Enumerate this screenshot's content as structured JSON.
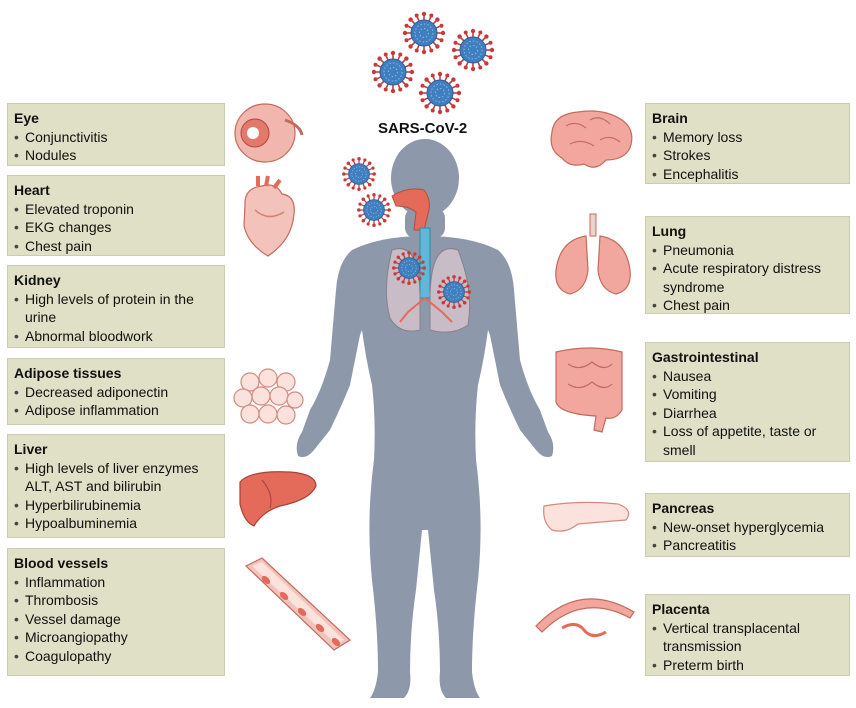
{
  "header": {
    "title": "SARS-CoV-2"
  },
  "left_boxes": [
    {
      "title": "Eye",
      "items": [
        "Conjunctivitis",
        "Nodules"
      ]
    },
    {
      "title": "Heart",
      "items": [
        "Elevated troponin",
        "EKG changes",
        "Chest pain"
      ]
    },
    {
      "title": "Kidney",
      "items": [
        "High levels of protein in the urine",
        "Abnormal bloodwork"
      ]
    },
    {
      "title": "Adipose tissues",
      "items": [
        "Decreased adiponectin",
        "Adipose inflammation"
      ]
    },
    {
      "title": "Liver",
      "items": [
        "High levels of liver enzymes ALT, AST and bilirubin",
        "Hyperbilirubinemia",
        "Hypoalbuminemia"
      ]
    },
    {
      "title": "Blood vessels",
      "items": [
        "Inflammation",
        "Thrombosis",
        "Vessel damage",
        "Microangiopathy",
        "Coagulopathy"
      ]
    }
  ],
  "right_boxes": [
    {
      "title": "Brain",
      "items": [
        "Memory loss",
        "Strokes",
        "Encephalitis"
      ]
    },
    {
      "title": "Lung",
      "items": [
        "Pneumonia",
        "Acute respiratory distress syndrome",
        "Chest pain"
      ]
    },
    {
      "title": "Gastrointestinal",
      "items": [
        "Nausea",
        "Vomiting",
        "Diarrhea",
        "Loss of appetite, taste or smell"
      ]
    },
    {
      "title": "Pancreas",
      "items": [
        "New-onset hyperglycemia",
        "Pancreatitis"
      ]
    },
    {
      "title": "Placenta",
      "items": [
        "Vertical transplacental transmission",
        "Preterm birth"
      ]
    }
  ],
  "colors": {
    "box_fill": "#dfe0c5",
    "body_silhouette": "#8e98ab",
    "organ_red": "#e46a5a",
    "virus_blue": "#3f7fc0",
    "virus_spike": "#c83a3a"
  }
}
